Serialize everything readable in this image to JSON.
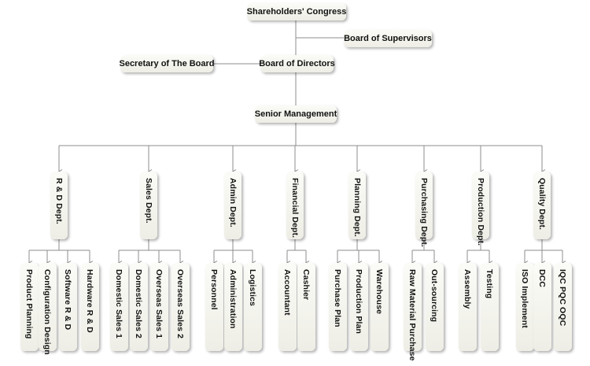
{
  "top": {
    "congress": "Shareholders' Congress",
    "supervisors": "Board of Supervisors",
    "directors": "Board of Directors",
    "secretary": "Secretary of The Board",
    "senior": "Senior Management"
  },
  "departments": [
    {
      "name": "R & D Dept.",
      "subs": [
        "Product Planning",
        "Configuration Design",
        "Software R & D",
        "Hardware R & D"
      ]
    },
    {
      "name": "Sales Dept.",
      "subs": [
        "Domestic Sales 1",
        "Domestic Sales 2",
        "Overseas Sales 1",
        "Overseas Sales 2"
      ]
    },
    {
      "name": "Admin Dept.",
      "subs": [
        "Personnel",
        "Administration",
        "Logistics"
      ]
    },
    {
      "name": "Financial Dept.",
      "subs": [
        "Accountant",
        "Cashier"
      ]
    },
    {
      "name": "Planning Dept.",
      "subs": [
        "Purchase Plan",
        "Production Plan",
        "Warehouse"
      ]
    },
    {
      "name": "Purchasing Dept.",
      "subs": [
        "Raw Material Purchase",
        "Out-sourcing"
      ]
    },
    {
      "name": "Production Dept.",
      "subs": [
        "Assembly",
        "Testing"
      ]
    },
    {
      "name": "Quality Dept.",
      "subs": [
        "ISO Implement",
        "DCC",
        "IQC PQC OQC"
      ]
    }
  ]
}
